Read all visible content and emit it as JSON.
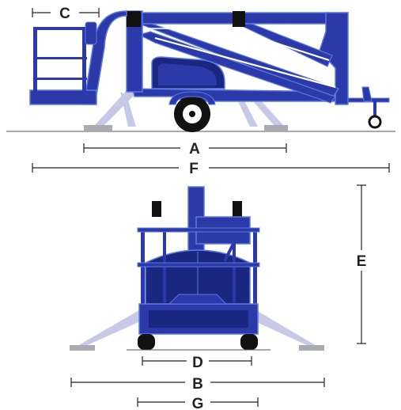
{
  "colors": {
    "body": "#2b3aa8",
    "body_dark": "#1a2680",
    "outline": "#5a7be0",
    "stripe": "#ffffff",
    "outrigger": "#c8c9e6",
    "pad": "#a9aab2",
    "ground": "#555555",
    "tire": "#111111",
    "dim": "#222222"
  },
  "dimensions": {
    "a": "A",
    "b": "B",
    "c": "C",
    "d": "D",
    "e": "E",
    "f": "F",
    "g": "G"
  }
}
